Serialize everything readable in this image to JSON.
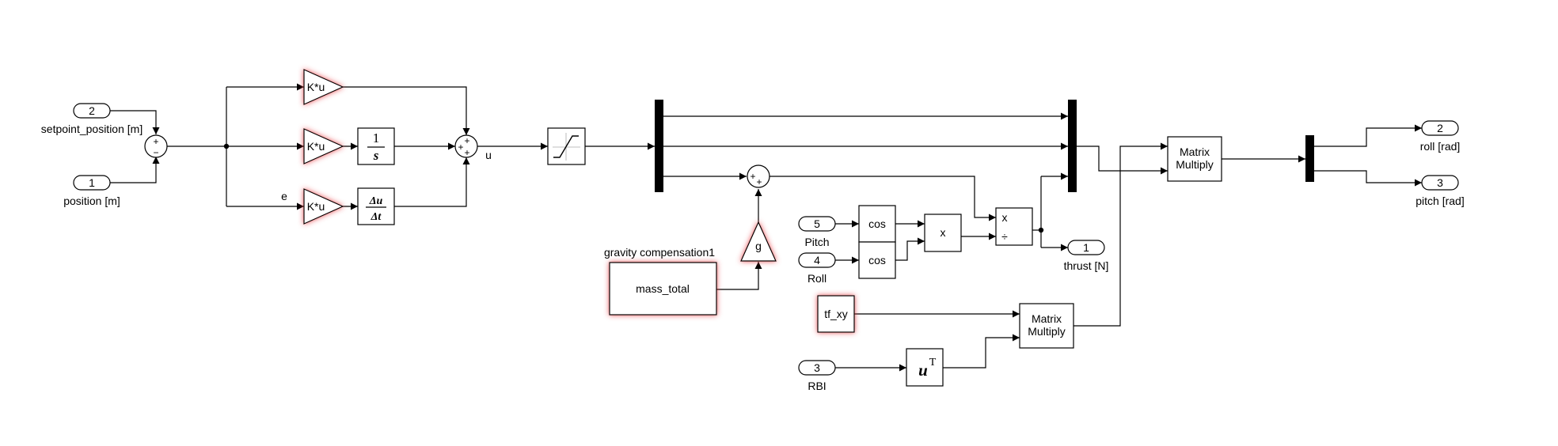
{
  "inports": [
    {
      "num": "2",
      "label": "setpoint_position [m]"
    },
    {
      "num": "1",
      "label": "position [m]"
    },
    {
      "num": "5",
      "label": "Pitch"
    },
    {
      "num": "4",
      "label": "Roll"
    },
    {
      "num": "3",
      "label": "RBI"
    }
  ],
  "outports": [
    {
      "num": "2",
      "label": "roll [rad]"
    },
    {
      "num": "3",
      "label": "pitch [rad]"
    },
    {
      "num": "1",
      "label": "thrust [N]"
    }
  ],
  "gains": {
    "kp": "K*u",
    "ki": "K*u",
    "kd": "K*u"
  },
  "integrator": {
    "num": "1",
    "den": "s"
  },
  "derivative": {
    "num": "Δu",
    "den": "Δt"
  },
  "signals": {
    "e": "e",
    "u": "u"
  },
  "sum_signs": {
    "error": [
      "+",
      "−"
    ],
    "pid": [
      "+",
      "+",
      "+"
    ],
    "gravity": [
      "+",
      "+"
    ]
  },
  "gravity": {
    "label": "gravity compensation1",
    "mass_block": "mass_total",
    "gain": "g"
  },
  "trig": {
    "cos1": "cos",
    "cos2": "cos"
  },
  "product": {
    "mul": "x"
  },
  "divide": {
    "mul": "x",
    "div": "÷"
  },
  "tf_block": "tf_xy",
  "transpose": {
    "base": "u",
    "sup": "T"
  },
  "matrix_multiply": {
    "line1": "Matrix",
    "line2": "Multiply"
  },
  "highlight_color": "#e6343a"
}
